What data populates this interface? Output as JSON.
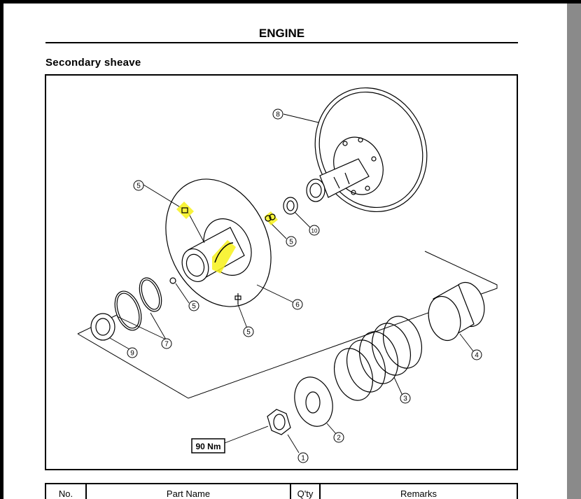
{
  "header": {
    "title": "ENGINE"
  },
  "section": {
    "title": "Secondary sheave"
  },
  "figure": {
    "torque_label": "90 Nm",
    "callouts": {
      "c1": "1",
      "c2": "2",
      "c3": "3",
      "c4": "4",
      "c5a": "5",
      "c5b": "5",
      "c5c": "5",
      "c5d": "5",
      "c6": "6",
      "c7": "7",
      "c8": "8",
      "c9": "9",
      "c10": "10"
    },
    "highlight_color": "#f7f21a"
  },
  "table": {
    "headers": {
      "no": "No.",
      "part_name": "Part Name",
      "qty": "Q'ty",
      "remarks": "Remarks"
    }
  }
}
